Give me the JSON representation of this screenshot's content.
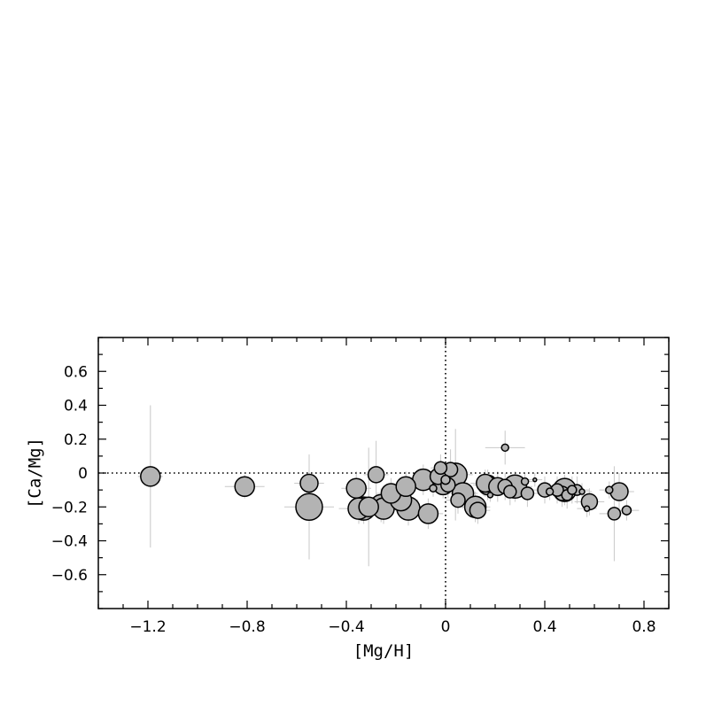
{
  "chart_data": {
    "type": "scatter",
    "xlabel": "[Mg/H]",
    "ylabel": "[Ca/Mg]",
    "xlim": [
      -1.4,
      0.9
    ],
    "ylim": [
      -0.8,
      0.8
    ],
    "xticks": [
      -1.2,
      -0.8,
      -0.4,
      0,
      0.4,
      0.8
    ],
    "xtick_labels": [
      "−1.2",
      "−0.8",
      "−0.4",
      "0",
      "0.4",
      "0.8"
    ],
    "yticks": [
      -0.6,
      -0.4,
      -0.2,
      0,
      0.2,
      0.4,
      0.6
    ],
    "ytick_labels": [
      "−0.6",
      "−0.4",
      "−0.2",
      "0",
      "0.2",
      "0.4",
      "0.6"
    ],
    "reference_lines": {
      "x": 0,
      "y": 0,
      "style": "dotted"
    },
    "marker_color": "#b3b3b3",
    "marker_edge_color": "#000000",
    "errorbar_color": "#c8c8c8",
    "grid": false,
    "points": [
      {
        "x": -1.19,
        "y": -0.02,
        "size": 11,
        "xerr": 0.05,
        "yerr": 0.42
      },
      {
        "x": -0.81,
        "y": -0.08,
        "size": 11,
        "xerr": 0.08,
        "yerr": 0.07
      },
      {
        "x": -0.55,
        "y": -0.06,
        "size": 10,
        "xerr": 0.06,
        "yerr": 0.15
      },
      {
        "x": -0.55,
        "y": -0.2,
        "size": 15,
        "xerr": 0.1,
        "yerr": 0.31
      },
      {
        "x": -0.36,
        "y": -0.09,
        "size": 11,
        "xerr": 0.06,
        "yerr": 0.1
      },
      {
        "x": -0.35,
        "y": -0.21,
        "size": 12,
        "xerr": 0.08,
        "yerr": 0.09
      },
      {
        "x": -0.33,
        "y": -0.21,
        "size": 13,
        "xerr": 0.07,
        "yerr": 0.09
      },
      {
        "x": -0.31,
        "y": -0.2,
        "size": 11,
        "xerr": 0.06,
        "yerr": 0.35
      },
      {
        "x": -0.28,
        "y": -0.01,
        "size": 9,
        "xerr": 0.05,
        "yerr": 0.2
      },
      {
        "x": -0.26,
        "y": -0.19,
        "size": 12,
        "xerr": 0.07,
        "yerr": 0.1
      },
      {
        "x": -0.25,
        "y": -0.21,
        "size": 12,
        "xerr": 0.06,
        "yerr": 0.09
      },
      {
        "x": -0.22,
        "y": -0.12,
        "size": 11,
        "xerr": 0.06,
        "yerr": 0.09
      },
      {
        "x": -0.18,
        "y": -0.16,
        "size": 12,
        "xerr": 0.07,
        "yerr": 0.09
      },
      {
        "x": -0.16,
        "y": -0.08,
        "size": 11,
        "xerr": 0.05,
        "yerr": 0.09
      },
      {
        "x": -0.15,
        "y": -0.21,
        "size": 13,
        "xerr": 0.07,
        "yerr": 0.1
      },
      {
        "x": -0.09,
        "y": -0.04,
        "size": 12,
        "xerr": 0.07,
        "yerr": 0.09
      },
      {
        "x": -0.07,
        "y": -0.24,
        "size": 11,
        "xerr": 0.06,
        "yerr": 0.09
      },
      {
        "x": -0.05,
        "y": -0.09,
        "size": 4,
        "xerr": 0.03,
        "yerr": 0.05
      },
      {
        "x": -0.03,
        "y": -0.02,
        "size": 9,
        "xerr": 0.05,
        "yerr": 0.08
      },
      {
        "x": -0.02,
        "y": 0.03,
        "size": 7,
        "xerr": 0.04,
        "yerr": 0.08
      },
      {
        "x": -0.01,
        "y": -0.07,
        "size": 11,
        "xerr": 0.05,
        "yerr": 0.08
      },
      {
        "x": 0.0,
        "y": -0.04,
        "size": 5,
        "xerr": 0.03,
        "yerr": 0.05
      },
      {
        "x": 0.01,
        "y": -0.07,
        "size": 8,
        "xerr": 0.04,
        "yerr": 0.08
      },
      {
        "x": 0.02,
        "y": 0.02,
        "size": 8,
        "xerr": 0.04,
        "yerr": 0.12
      },
      {
        "x": 0.04,
        "y": -0.01,
        "size": 13,
        "xerr": 0.07,
        "yerr": 0.27
      },
      {
        "x": 0.05,
        "y": -0.16,
        "size": 8,
        "xerr": 0.05,
        "yerr": 0.08
      },
      {
        "x": 0.07,
        "y": -0.12,
        "size": 12,
        "xerr": 0.06,
        "yerr": 0.09
      },
      {
        "x": 0.12,
        "y": -0.2,
        "size": 12,
        "xerr": 0.06,
        "yerr": 0.09
      },
      {
        "x": 0.13,
        "y": -0.22,
        "size": 9,
        "xerr": 0.05,
        "yerr": 0.08
      },
      {
        "x": 0.16,
        "y": -0.06,
        "size": 10,
        "xerr": 0.06,
        "yerr": 0.08
      },
      {
        "x": 0.17,
        "y": -0.07,
        "size": 11,
        "xerr": 0.06,
        "yerr": 0.09
      },
      {
        "x": 0.18,
        "y": -0.13,
        "size": 3,
        "xerr": 0.03,
        "yerr": 0.04
      },
      {
        "x": 0.21,
        "y": -0.08,
        "size": 10,
        "xerr": 0.06,
        "yerr": 0.09
      },
      {
        "x": 0.24,
        "y": 0.15,
        "size": 4,
        "xerr": 0.08,
        "yerr": 0.1
      },
      {
        "x": 0.24,
        "y": -0.08,
        "size": 8,
        "xerr": 0.05,
        "yerr": 0.08
      },
      {
        "x": 0.26,
        "y": -0.11,
        "size": 7,
        "xerr": 0.05,
        "yerr": 0.08
      },
      {
        "x": 0.28,
        "y": -0.08,
        "size": 13,
        "xerr": 0.07,
        "yerr": 0.09
      },
      {
        "x": 0.32,
        "y": -0.05,
        "size": 4,
        "xerr": 0.04,
        "yerr": 0.05
      },
      {
        "x": 0.33,
        "y": -0.12,
        "size": 7,
        "xerr": 0.05,
        "yerr": 0.08
      },
      {
        "x": 0.36,
        "y": -0.04,
        "size": 2,
        "xerr": 0.03,
        "yerr": 0.04
      },
      {
        "x": 0.4,
        "y": -0.1,
        "size": 8,
        "xerr": 0.05,
        "yerr": 0.08
      },
      {
        "x": 0.42,
        "y": -0.11,
        "size": 4,
        "xerr": 0.04,
        "yerr": 0.05
      },
      {
        "x": 0.45,
        "y": -0.1,
        "size": 7,
        "xerr": 0.06,
        "yerr": 0.08
      },
      {
        "x": 0.47,
        "y": -0.12,
        "size": 8,
        "xerr": 0.06,
        "yerr": 0.08
      },
      {
        "x": 0.48,
        "y": -0.1,
        "size": 13,
        "xerr": 0.08,
        "yerr": 0.09
      },
      {
        "x": 0.49,
        "y": -0.13,
        "size": 6,
        "xerr": 0.05,
        "yerr": 0.08
      },
      {
        "x": 0.51,
        "y": -0.1,
        "size": 5,
        "xerr": 0.04,
        "yerr": 0.08
      },
      {
        "x": 0.53,
        "y": -0.1,
        "size": 6,
        "xerr": 0.05,
        "yerr": 0.08
      },
      {
        "x": 0.55,
        "y": -0.11,
        "size": 3,
        "xerr": 0.04,
        "yerr": 0.05
      },
      {
        "x": 0.57,
        "y": -0.21,
        "size": 3,
        "xerr": 0.04,
        "yerr": 0.05
      },
      {
        "x": 0.58,
        "y": -0.17,
        "size": 9,
        "xerr": 0.06,
        "yerr": 0.08
      },
      {
        "x": 0.66,
        "y": -0.1,
        "size": 4,
        "xerr": 0.04,
        "yerr": 0.05
      },
      {
        "x": 0.68,
        "y": -0.24,
        "size": 7,
        "xerr": 0.06,
        "yerr": 0.28
      },
      {
        "x": 0.7,
        "y": -0.11,
        "size": 10,
        "xerr": 0.06,
        "yerr": 0.11
      },
      {
        "x": 0.73,
        "y": -0.22,
        "size": 5,
        "xerr": 0.05,
        "yerr": 0.06
      }
    ]
  }
}
